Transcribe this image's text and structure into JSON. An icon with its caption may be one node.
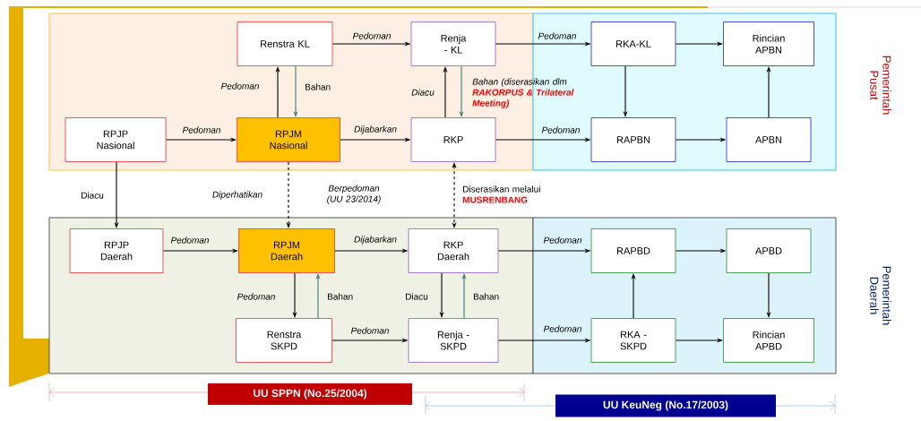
{
  "diagram": {
    "nodes": [
      {
        "text": [
          "Renstra KL"
        ]
      },
      {
        "text": [
          "Renja - KL"
        ]
      },
      {
        "text": [
          "RKA-KL"
        ]
      },
      {
        "text": [
          "Rincian APBN"
        ]
      },
      {
        "text": [
          "RPJP Nasional"
        ]
      },
      {
        "text": [
          "RPJM Nasional"
        ]
      },
      {
        "text": [
          "RKP"
        ]
      },
      {
        "text": [
          "RAPBN"
        ]
      },
      {
        "text": [
          "APBN"
        ]
      },
      {
        "text": [
          "RPJP Daerah"
        ]
      },
      {
        "text": [
          "RPJM Daerah"
        ]
      },
      {
        "text": [
          "RKP Daerah"
        ]
      },
      {
        "text": [
          "RAPBD"
        ]
      },
      {
        "text": [
          "APBD"
        ]
      },
      {
        "text": [
          "Renstra SKPD"
        ]
      },
      {
        "text": [
          "Renja - SKPD"
        ]
      },
      {
        "text": [
          "RKA - SKPD"
        ]
      },
      {
        "text": [
          "Rincian APBD"
        ]
      }
    ],
    "edges": [
      {
        "from": 0,
        "to": 1,
        "arrow": "to",
        "label": "Pedoman"
      },
      {
        "from": 1,
        "to": 2,
        "arrow": "to",
        "label": "Pedoman"
      },
      {
        "from": 2,
        "to": 3,
        "arrow": "to"
      },
      {
        "from": 4,
        "to": 5,
        "arrow": "to",
        "label": "Pedoman"
      },
      {
        "from": 5,
        "to": 6,
        "arrow": "to",
        "label": "Dijabarkan"
      },
      {
        "from": 6,
        "to": 7,
        "arrow": "to",
        "label": "Pedoman"
      },
      {
        "from": 7,
        "to": 8,
        "arrow": "to"
      },
      {
        "from": 8,
        "to": 3,
        "arrow": "to"
      },
      {
        "from": 2,
        "to": 7,
        "arrow": "to"
      },
      {
        "from": 5,
        "to": 0,
        "arrow": "to",
        "label": "Pedoman"
      },
      {
        "from": 0,
        "to": 5,
        "arrow": "to",
        "label": "Bahan",
        "color": "#3d7a78"
      },
      {
        "from": 6,
        "to": 1,
        "arrow": "to",
        "label": "Diacu"
      },
      {
        "from": 1,
        "to": 6,
        "arrow": "to",
        "label": "Bahan (diserasikan dlm **RAKORPUS & Trilateral Meeting)**",
        "color": "#3d7a78"
      },
      {
        "from": 4,
        "to": 9,
        "arrow": "to",
        "label": "Diacu"
      },
      {
        "from": 5,
        "to": 10,
        "arrow": "to",
        "label": "Diperhatikan",
        "style": "dashed"
      },
      {
        "from": 6,
        "to": 11,
        "arrow": "both",
        "label": "Diserasikan melalui **MUSRENBANG**",
        "style": "dashed"
      },
      {
        "from": 9,
        "to": 10,
        "arrow": "to",
        "label": "Pedoman"
      },
      {
        "from": 10,
        "to": 11,
        "arrow": "to",
        "label": "Dijabarkan"
      },
      {
        "from": 11,
        "to": 12,
        "arrow": "to",
        "label": "Pedoman"
      },
      {
        "from": 12,
        "to": 13,
        "arrow": "to"
      },
      {
        "from": 13,
        "to": 17,
        "arrow": "to"
      },
      {
        "from": 16,
        "to": 12,
        "arrow": "to"
      },
      {
        "from": 16,
        "to": 17,
        "arrow": "to"
      },
      {
        "from": 10,
        "to": 14,
        "arrow": "to",
        "label": "Pedoman"
      },
      {
        "from": 14,
        "to": 10,
        "arrow": "to",
        "label": "Bahan",
        "color": "#3d7a78"
      },
      {
        "from": 11,
        "to": 15,
        "arrow": "to",
        "label": "Diacu"
      },
      {
        "from": 15,
        "to": 11,
        "arrow": "to",
        "label": "Bahan",
        "color": "#3d7a78"
      },
      {
        "from": 14,
        "to": 15,
        "arrow": "to",
        "label": "Pedoman"
      },
      {
        "from": 15,
        "to": 16,
        "arrow": "to",
        "label": "Pedoman"
      }
    ],
    "labels": [
      "Berpedoman (UU 23/2014)",
      "Pemerintah Pusat",
      "Pemerintah Daerah",
      "UU SPPN (No.25/2004)",
      "UU KeuNeg (No.17/2003)"
    ]
  }
}
